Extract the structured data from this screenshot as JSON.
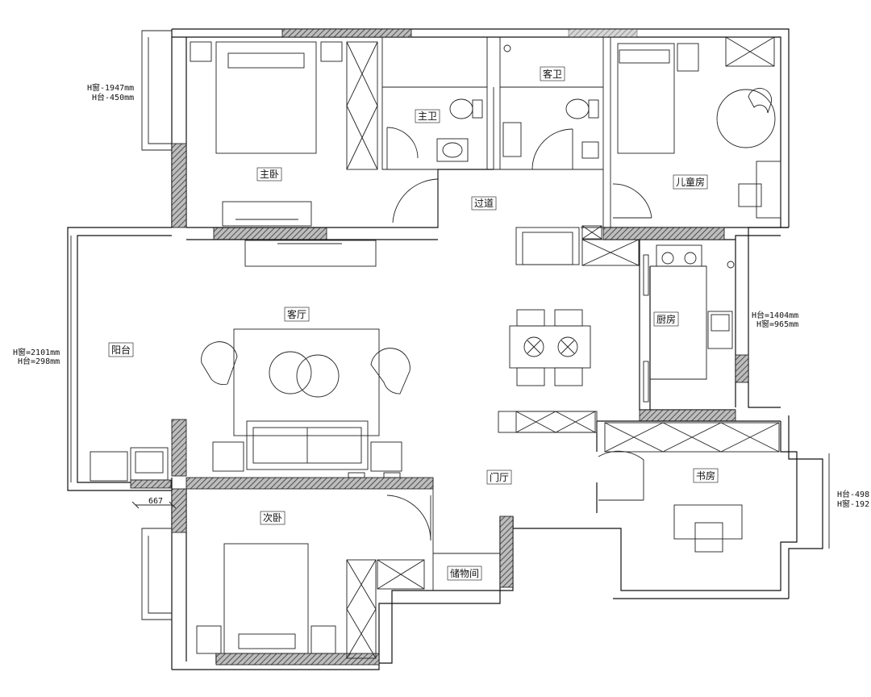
{
  "rooms": {
    "master_bedroom": "主卧",
    "master_bath": "主卫",
    "guest_bath": "客卫",
    "kids_room": "儿童房",
    "corridor": "过道",
    "living_room": "客厅",
    "balcony": "阳台",
    "kitchen": "厨房",
    "second_bedroom": "次卧",
    "foyer": "门厅",
    "storage": "储物间",
    "study": "书房"
  },
  "notes": {
    "master_window_1": "H窗-1947mm",
    "master_window_2": "H台-450mm",
    "balcony_1": "H窗=2101mm",
    "balcony_2": "H台=298mm",
    "kitchen_1": "H台=1404mm",
    "kitchen_2": "H窗=965mm",
    "study_1": "H台-498",
    "study_2": "H窗-192",
    "dimension": "667"
  },
  "colors": {
    "line": "#111111",
    "background": "#ffffff",
    "hatch": "#333333"
  }
}
